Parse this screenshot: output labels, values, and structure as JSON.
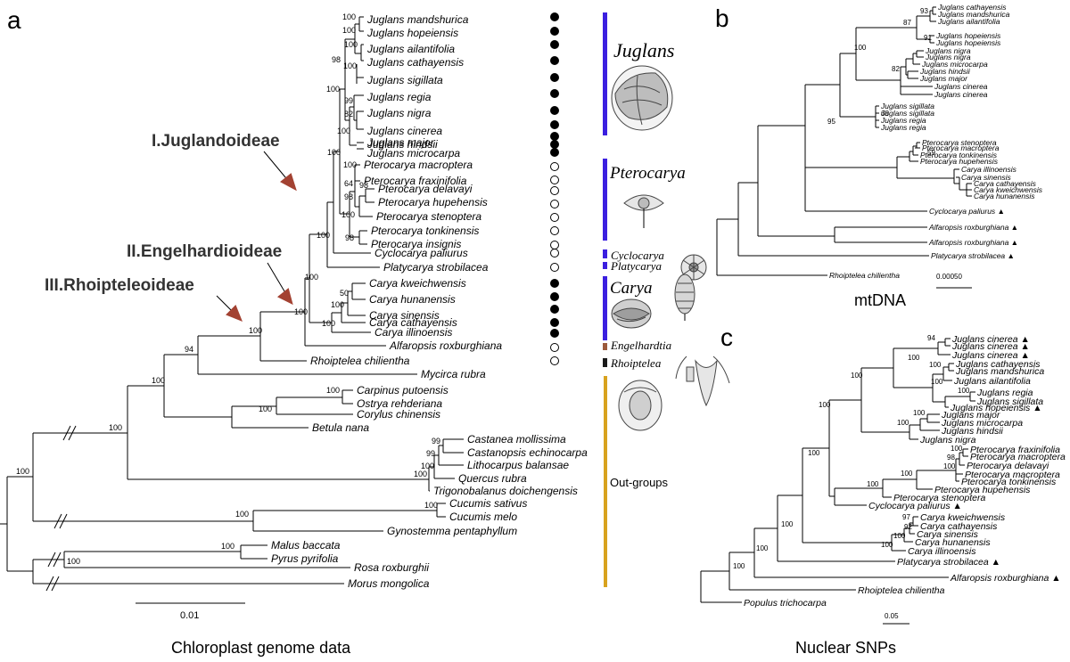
{
  "panels": {
    "a": "a",
    "b": "b",
    "c": "c"
  },
  "subfamilies": {
    "juglandoideae": "I.Juglandoideae",
    "engelhardioideae": "II.Engelhardioideae",
    "rhoipteleoideae": "III.Rhoipteleoideae"
  },
  "genus_bars": {
    "juglans": "Juglans",
    "pterocarya": "Pterocarya",
    "cyclocarya": "Cyclocarya",
    "platycarya": "Platycarya",
    "carya": "Carya",
    "engelhardtia": "Engelhardtia",
    "rhoiptelea": "Rhoiptelea",
    "outgroups": "Out-groups"
  },
  "colors": {
    "bar_blue": "#3b1fe0",
    "bar_gold": "#d8a21e",
    "bar_brown": "#9c5a3c",
    "bar_black": "#1a1a1a",
    "arrow": "#a34232",
    "subfamily_text": "#333333"
  },
  "tree_a": {
    "taxa": [
      "Juglans mandshurica",
      "Juglans hopeiensis",
      "Juglans ailantifolia",
      "Juglans cathayensis",
      "Juglans sigillata",
      "Juglans regia",
      "Juglans nigra",
      "Juglans cinerea",
      "Juglans hindsii",
      "Juglans major",
      "Juglans microcarpa",
      "Pterocarya macroptera",
      "Pterocarya fraxinifolia",
      "Pterocarya delavayi",
      "Pterocarya hupehensis",
      "Pterocarya stenoptera",
      "Pterocarya tonkinensis",
      "Pterocarya insignis",
      "Cyclocarya paliurus",
      "Platycarya strobilacea",
      "Carya kweichwensis",
      "Carya hunanensis",
      "Carya sinensis",
      "Carya cathayensis",
      "Carya illinoensis",
      "Alfaropsis roxburghiana",
      "Rhoiptelea chilientha",
      "Mycirca rubra",
      "Carpinus putoensis",
      "Ostrya rehderiana",
      "Corylus chinensis",
      "Betula nana",
      "Castanea mollissima",
      "Castanopsis echinocarpa",
      "Lithocarpus balansae",
      "Quercus rubra",
      "Trigonobalanus doichengensis",
      "Cucumis sativus",
      "Cucumis melo",
      "Gynostemma pentaphyllum",
      "Malus baccata",
      "Pyrus pyrifolia",
      "Rosa roxburghii",
      "Morus mongolica"
    ],
    "support": {
      "mand_hope": "100",
      "ail_cath": "100",
      "sig_reg": "100",
      "juglans_a": "98",
      "nigra": "100",
      "cin_hind": "82",
      "cin": "99",
      "maj_mic": "100",
      "juglans": "100",
      "ptero_mf": "100",
      "ptero_64": "64",
      "ptero_98a": "98",
      "ptero_98b": "98",
      "ptero_100": "100",
      "ptero_98c": "98",
      "ptero": "100",
      "carya_50": "50",
      "carya_100a": "100",
      "carya_100b": "100",
      "carya": "100",
      "jug_carya": "100",
      "juglandaceae": "100",
      "myrica": "94",
      "fagales": "100",
      "betul": "100",
      "betul2": "100",
      "fag_99a": "99",
      "fag_99b": "99",
      "fag_100": "100",
      "cucumis": "100",
      "cucurbit": "100",
      "rosales": "100",
      "rosids": "100",
      "root": "100"
    },
    "dots": [
      "filled",
      "filled",
      "filled",
      "filled",
      "filled",
      "filled",
      "filled",
      "filled",
      "filled",
      "filled",
      "filled",
      "open",
      "open",
      "open",
      "open",
      "open",
      "open",
      "open",
      "open",
      "open",
      "filled",
      "filled",
      "filled",
      "filled",
      "filled",
      "open",
      "open"
    ],
    "scale_label": "0.01",
    "caption": "Chloroplast genome data"
  },
  "tree_b": {
    "taxa": [
      "Juglans cathayensis",
      "Juglans mandshurica",
      "Juglans ailantifolia",
      "Juglans hopeiensis",
      "Juglans hopeiensis",
      "Juglans nigra",
      "Juglans nigra",
      "Juglans microcarpa",
      "Juglans hindsii",
      "Juglans major",
      "Juglans cinerea",
      "Juglans cinerea",
      "Juglans sigillata",
      "Juglans sigillata",
      "Juglans regia",
      "Juglans regia",
      "Pterocarya stenoptera",
      "Pterocarya macroptera",
      "Pterocarya tonkinensis",
      "Pterocarya hupehensis",
      "Carya illinoensis",
      "Carya sinensis",
      "Carya cathayensis",
      "Carya kweichwensis",
      "Carya hunanensis",
      "Cyclocarya paliurus ▲",
      "Alfaropsis roxburghiana ▲",
      "Alfaropsis roxburghiana ▲",
      "Platycarya strobilacea ▲",
      "Rhoiptelea chilientha"
    ],
    "support": {
      "s93": "93",
      "s87": "87",
      "s91": "91",
      "s100": "100",
      "s82": "82",
      "s68": "68",
      "s95": "95",
      "s59": "59"
    },
    "scale_label": "0.00050",
    "caption": "mtDNA"
  },
  "tree_c": {
    "taxa": [
      "Juglans cinerea ▲",
      "Juglans cinerea ▲",
      "Juglans cinerea ▲",
      "Juglans cathayensis",
      "Juglans mandshurica",
      "Juglans ailantifolia",
      "Juglans regia",
      "Juglans sigillata",
      "Juglans hopeiensis ▲",
      "Juglans major",
      "Juglans microcarpa",
      "Juglans hindsii",
      "Juglans nigra",
      "Pterocarya fraxinifolia",
      "Pterocarya macroptera",
      "Pterocarya delavayi",
      "Pterocarya macroptera",
      "Pterocarya tonkinensis",
      "Pterocarya hupehensis",
      "Pterocarya stenoptera",
      "Cyclocarya paliurus ▲",
      "Carya kweichwensis",
      "Carya cathayensis",
      "Carya sinensis",
      "Carya hunanensis",
      "Carya illinoensis",
      "Platycarya strobilacea ▲",
      "Alfaropsis roxburghiana ▲",
      "Rhoiptelea chilientha",
      "Populus trichocarpa"
    ],
    "support": {
      "s94": "94",
      "s98": "98",
      "s97": "97",
      "s92": "92",
      "s100": "100"
    },
    "scale_label": "0.05",
    "caption": "Nuclear SNPs"
  }
}
